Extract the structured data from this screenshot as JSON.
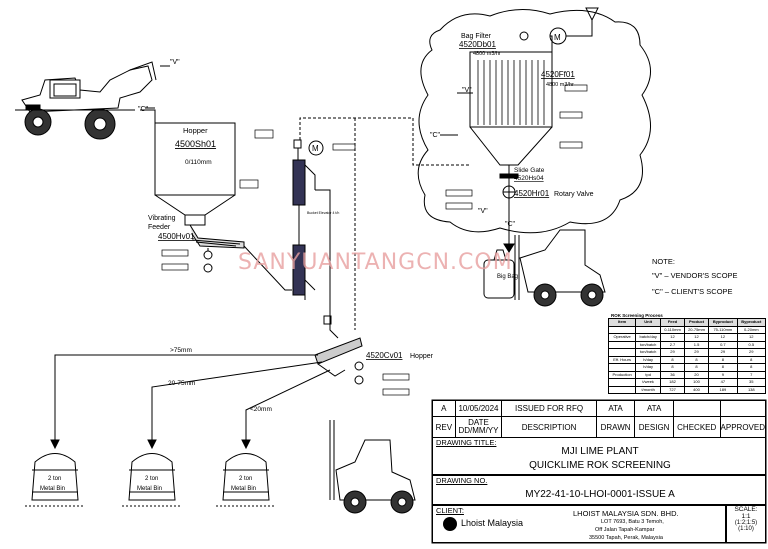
{
  "process": {
    "scope_v": "\"V\"",
    "scope_c": "\"C\"",
    "hopper_title": "Hopper",
    "hopper_tag": "4500Sh01",
    "hopper_size": "0/110mm",
    "feeder_label_1": "Vibrating",
    "feeder_label_2": "Feeder",
    "feeder_tag": "4500Hv01",
    "bag_filter_title": "Bag Filter",
    "bag_filter_tag": "4520Db01",
    "bag_filter_flow": "4800 m3/hr",
    "fan_tag": "4520Ff01",
    "fan_flow": "4800 m3/hr",
    "slide_gate_label": "Slide Gate",
    "slide_gate_tag": "4520Hs04",
    "rotary_valve_tag": "4520Hr01",
    "rotary_valve_label": "Rotary Valve",
    "big_bag_label": "Big Bag",
    "screen_tag": "4520Cv01",
    "screen_hopper_label": "Hopper",
    "size_gt75": ">75mm",
    "size_20_75": "20-75mm",
    "size_lt20": "<20mm",
    "bin_capacity": "2 ton",
    "bin_label": "Metal Bin",
    "motor_symbol": "M",
    "bucket_elevator_caption": "Bucket Elevator 4 t/h",
    "note_v": "\"V\"  –  VENDOR'S SCOPE",
    "note_c": "\"C\"  –  CLIENT'S SCOPE",
    "notes_title": "NOTE:"
  },
  "watermark": "SANYUANTANGCN.COM",
  "rok_table": {
    "title": "ROK Screening Process",
    "headers": [
      "Item",
      "Unit",
      "Feed",
      "Product",
      "Byproduct",
      "Byproduct"
    ],
    "subheaders": [
      "",
      "",
      "0-110mm",
      "20-75mm",
      "75-110mm",
      "0-20mm"
    ],
    "rows": [
      [
        "Operative",
        "batch/day",
        "12",
        "12",
        "12",
        "12"
      ],
      [
        "",
        "ton/batch",
        "2.7",
        "1.5",
        "0.7",
        "0.5"
      ],
      [
        "",
        "ton/batch",
        "29",
        "29",
        "29",
        "29"
      ],
      [
        "Eff. Hours",
        "h/day",
        "8",
        "8",
        "8",
        "8"
      ],
      [
        "",
        "h/day",
        "8",
        "8",
        "8",
        "8"
      ],
      [
        "Production",
        "tpd",
        "36",
        "20",
        "9",
        "7"
      ],
      [
        "",
        "t/week",
        "182",
        "100",
        "47",
        "35"
      ],
      [
        "",
        "t/month",
        "727",
        "400",
        "189",
        "138"
      ]
    ]
  },
  "title_block": {
    "rev_row": {
      "rev": "A",
      "date": "10/05/2024",
      "description": "ISSUED FOR RFQ",
      "drawn": "ATA",
      "design": "ATA",
      "checked": "",
      "approved": ""
    },
    "rev_headers": {
      "rev": "REV",
      "date": "DATE\nDD/MM/YY",
      "description": "DESCRIPTION",
      "drawn": "DRAWN",
      "design": "DESIGN",
      "checked": "CHECKED",
      "approved": "APPROVED"
    },
    "drawing_title_label": "DRAWING TITLE:",
    "drawing_title_1": "MJI LIME PLANT",
    "drawing_title_2": "QUICKLIME ROK SCREENING",
    "drawing_no_label": "DRAWING NO.",
    "drawing_no": "MY22-41-10-LHOI-0001-ISSUE A",
    "client_label": "CLIENT:",
    "client_logo_text": "Lhoist Malaysia",
    "client_name": "LHOIST MALAYSIA SDN. BHD.",
    "client_addr_1": "LOT 7693, Batu 3 Temoh,",
    "client_addr_2": "Off Jalan Tapah-Kampar",
    "client_addr_3": "35500 Tapah, Perak, Malaysia",
    "scale_label": "SCALE:",
    "scale_1": "1:1",
    "scale_2": "(1:2;1:5)",
    "scale_3": "(1:10)"
  }
}
